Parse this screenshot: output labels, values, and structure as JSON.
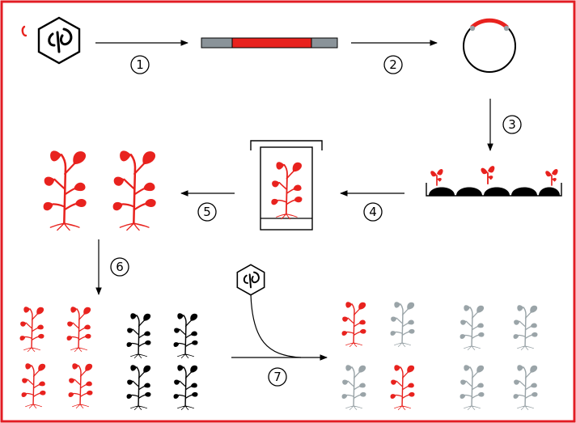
{
  "colors": {
    "frame": "#e21c24",
    "transgenic": "#e8221e",
    "wildtype": "#000000",
    "null_segregant": "#9aa4a8",
    "flank": "#8a9399",
    "plasmid_marker": "#9aa4a8"
  },
  "icons": {
    "source_organism": "virus-hexagon-icon",
    "plasmid": "plasmid-circle-icon",
    "gene_construct": "dna-construct-bar-icon",
    "plant": "plant-icon",
    "seedling": "seedling-icon",
    "growth_chamber": "culture-vessel-icon"
  },
  "steps": [
    {
      "label": "1"
    },
    {
      "label": "2"
    },
    {
      "label": "3"
    },
    {
      "label": "4"
    },
    {
      "label": "5"
    },
    {
      "label": "6"
    },
    {
      "label": "7"
    }
  ],
  "cross_progeny_colors": [
    "transgenic",
    "null_segregant",
    "null_segregant",
    "transgenic"
  ],
  "selfed_progeny_colors": [
    "null_segregant",
    "null_segregant",
    "null_segregant",
    "null_segregant"
  ]
}
